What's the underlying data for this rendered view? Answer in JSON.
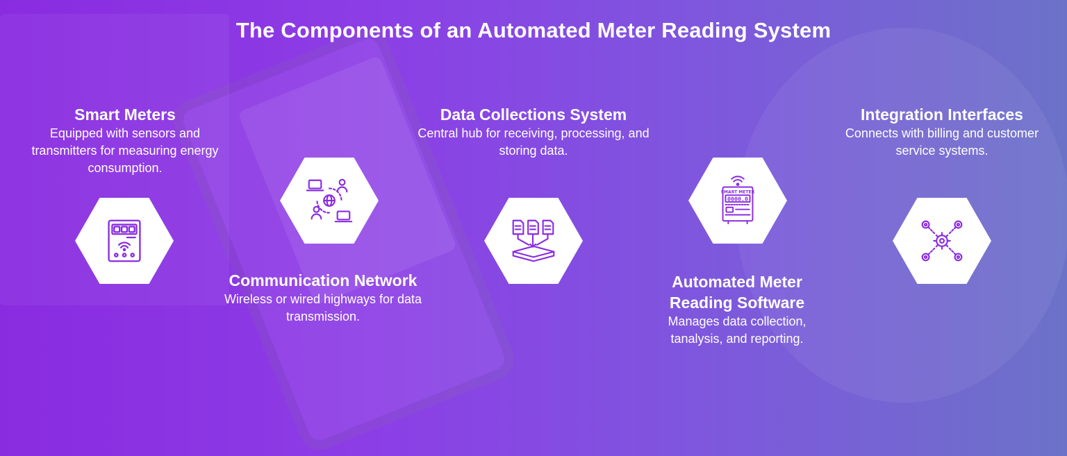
{
  "title": "The Components of an Automated Meter Reading System",
  "accent_color": "#8a2be0",
  "icon_color": "#8a2be0",
  "components": [
    {
      "heading": "Smart Meters",
      "description": "Equipped with sensors and transmitters for measuring energy consumption.",
      "icon": "smart-meter-icon"
    },
    {
      "heading": "Communication Network",
      "description": "Wireless or wired highways for data transmission.",
      "icon": "network-globe-icon"
    },
    {
      "heading": "Data Collections System",
      "description": "Central hub for receiving, processing, and storing data.",
      "icon": "data-collection-icon"
    },
    {
      "heading": "Automated Meter Reading Software",
      "description": "Manages data collection, tanalysis, and reporting.",
      "icon": "meter-display-icon",
      "meter_label": "SMART METER",
      "meter_reading": "0000.0"
    },
    {
      "heading": "Integration Interfaces",
      "description": "Connects with billing and customer service systems.",
      "icon": "gear-network-icon"
    }
  ]
}
